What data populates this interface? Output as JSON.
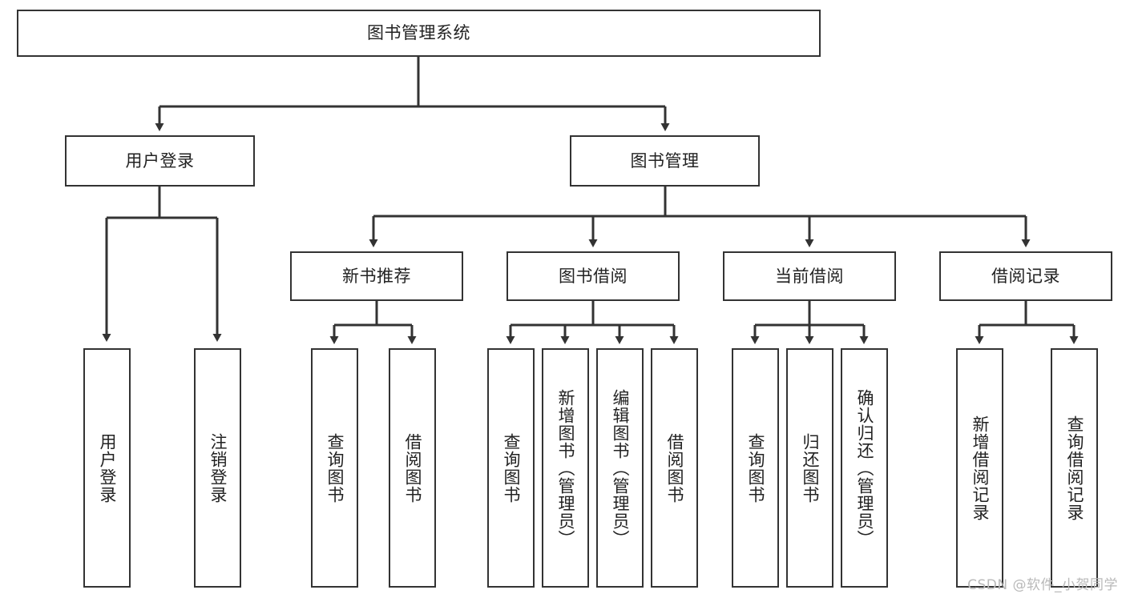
{
  "diagram": {
    "type": "tree-hierarchy",
    "title": "图书管理系统",
    "orientation": "top-down",
    "watermark": "CSDN @软件_小贺同学",
    "colors": {
      "box_border": "#333333",
      "box_fill": "#ffffff",
      "line": "#333333",
      "text": "#222222",
      "watermark": "#b9b9b9",
      "background": "#ffffff"
    },
    "nodes": {
      "root": {
        "label": "图书管理系统"
      },
      "level2": [
        {
          "id": "user-login",
          "label": "用户登录"
        },
        {
          "id": "book-manage",
          "label": "图书管理"
        }
      ],
      "level3": [
        {
          "id": "new-book-recommend",
          "label": "新书推荐"
        },
        {
          "id": "book-borrow",
          "label": "图书借阅"
        },
        {
          "id": "current-borrow",
          "label": "当前借阅"
        },
        {
          "id": "borrow-record",
          "label": "借阅记录"
        }
      ],
      "leaves": {
        "user-login": [
          {
            "id": "leaf-user-login",
            "label": "用户登录"
          },
          {
            "id": "leaf-user-logout",
            "label": "注销登录"
          }
        ],
        "new-book-recommend": [
          {
            "id": "leaf-query-book-1",
            "label": "查询图书"
          },
          {
            "id": "leaf-borrow-book-1",
            "label": "借阅图书"
          }
        ],
        "book-borrow": [
          {
            "id": "leaf-query-book-2",
            "label": "查询图书"
          },
          {
            "id": "leaf-add-book",
            "label": "新增图书（管理员）"
          },
          {
            "id": "leaf-edit-book",
            "label": "编辑图书（管理员）"
          },
          {
            "id": "leaf-borrow-book-2",
            "label": "借阅图书"
          }
        ],
        "current-borrow": [
          {
            "id": "leaf-query-book-3",
            "label": "查询图书"
          },
          {
            "id": "leaf-return-book",
            "label": "归还图书"
          },
          {
            "id": "leaf-confirm-return",
            "label": "确认归还（管理员）"
          }
        ],
        "borrow-record": [
          {
            "id": "leaf-add-record",
            "label": "新增借阅记录"
          },
          {
            "id": "leaf-query-record",
            "label": "查询借阅记录"
          }
        ]
      }
    }
  }
}
